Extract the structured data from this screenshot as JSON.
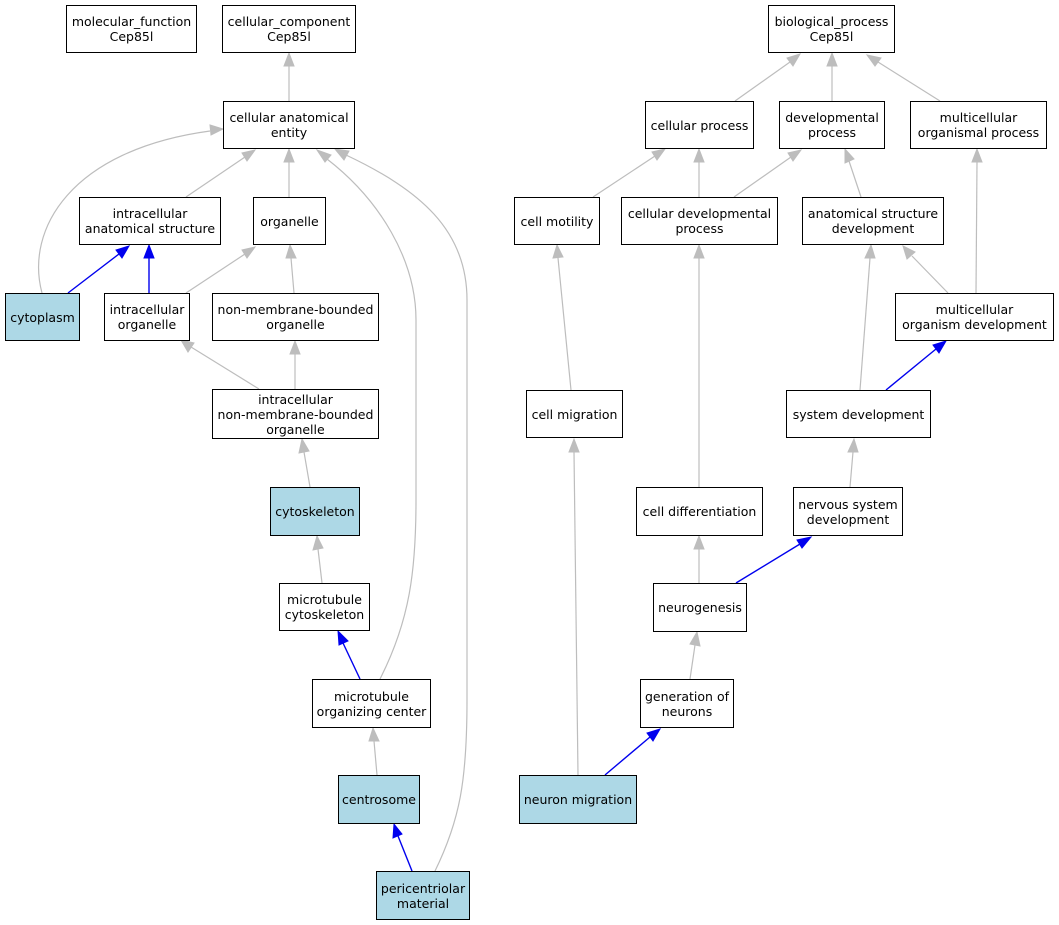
{
  "colors": {
    "highlight_fill": "#add8e6",
    "is_a_edge": "#bdbdbd",
    "part_of_edge": "#0000ee",
    "border": "#000000"
  },
  "nodes": {
    "mf_root": "molecular_function\nCep85l",
    "cc_root": "cellular_component\nCep85l",
    "bp_root": "biological_process\nCep85l",
    "cae": "cellular anatomical\nentity",
    "ias": "intracellular\nanatomical structure",
    "organelle": "organelle",
    "cytoplasm": "cytoplasm",
    "io": "intracellular\norganelle",
    "nmbo": "non-membrane-bounded\norganelle",
    "inmbo": "intracellular\nnon-membrane-bounded\norganelle",
    "cytoskeleton": "cytoskeleton",
    "mtc": "microtubule\ncytoskeleton",
    "mtoc": "microtubule\norganizing center",
    "centrosome": "centrosome",
    "pcm": "pericentriolar\nmaterial",
    "cp": "cellular process",
    "dp": "developmental\nprocess",
    "mop": "multicellular\norganismal process",
    "cm": "cell motility",
    "cdp": "cellular developmental\nprocess",
    "asd": "anatomical structure\ndevelopment",
    "mod": "multicellular\norganism development",
    "cmig": "cell migration",
    "sd": "system development",
    "cd": "cell differentiation",
    "nsd": "nervous system\ndevelopment",
    "ng": "neurogenesis",
    "gon": "generation of\nneurons",
    "nm": "neuron migration"
  },
  "edges": [
    {
      "from": "cae",
      "to": "cc_root",
      "type": "is_a"
    },
    {
      "from": "ias",
      "to": "cae",
      "type": "is_a"
    },
    {
      "from": "organelle",
      "to": "cae",
      "type": "is_a"
    },
    {
      "from": "cytoplasm",
      "to": "cae",
      "type": "is_a"
    },
    {
      "from": "cytoplasm",
      "to": "ias",
      "type": "part_of"
    },
    {
      "from": "io",
      "to": "ias",
      "type": "part_of"
    },
    {
      "from": "io",
      "to": "organelle",
      "type": "is_a"
    },
    {
      "from": "nmbo",
      "to": "organelle",
      "type": "is_a"
    },
    {
      "from": "inmbo",
      "to": "io",
      "type": "is_a"
    },
    {
      "from": "inmbo",
      "to": "nmbo",
      "type": "is_a"
    },
    {
      "from": "cytoskeleton",
      "to": "inmbo",
      "type": "is_a"
    },
    {
      "from": "mtc",
      "to": "cytoskeleton",
      "type": "is_a"
    },
    {
      "from": "mtoc",
      "to": "mtc",
      "type": "part_of"
    },
    {
      "from": "mtoc",
      "to": "cae",
      "type": "is_a"
    },
    {
      "from": "centrosome",
      "to": "mtoc",
      "type": "is_a"
    },
    {
      "from": "pcm",
      "to": "centrosome",
      "type": "part_of"
    },
    {
      "from": "pcm",
      "to": "cae",
      "type": "is_a"
    },
    {
      "from": "cp",
      "to": "bp_root",
      "type": "is_a"
    },
    {
      "from": "dp",
      "to": "bp_root",
      "type": "is_a"
    },
    {
      "from": "mop",
      "to": "bp_root",
      "type": "is_a"
    },
    {
      "from": "cm",
      "to": "cp",
      "type": "is_a"
    },
    {
      "from": "cdp",
      "to": "cp",
      "type": "is_a"
    },
    {
      "from": "cdp",
      "to": "dp",
      "type": "is_a"
    },
    {
      "from": "asd",
      "to": "dp",
      "type": "is_a"
    },
    {
      "from": "mod",
      "to": "mop",
      "type": "is_a"
    },
    {
      "from": "mod",
      "to": "asd",
      "type": "is_a"
    },
    {
      "from": "cmig",
      "to": "cm",
      "type": "is_a"
    },
    {
      "from": "sd",
      "to": "asd",
      "type": "is_a"
    },
    {
      "from": "sd",
      "to": "mod",
      "type": "part_of"
    },
    {
      "from": "cd",
      "to": "cdp",
      "type": "is_a"
    },
    {
      "from": "nsd",
      "to": "sd",
      "type": "is_a"
    },
    {
      "from": "ng",
      "to": "cd",
      "type": "is_a"
    },
    {
      "from": "ng",
      "to": "nsd",
      "type": "part_of"
    },
    {
      "from": "gon",
      "to": "ng",
      "type": "is_a"
    },
    {
      "from": "nm",
      "to": "cmig",
      "type": "is_a"
    },
    {
      "from": "nm",
      "to": "gon",
      "type": "part_of"
    }
  ]
}
